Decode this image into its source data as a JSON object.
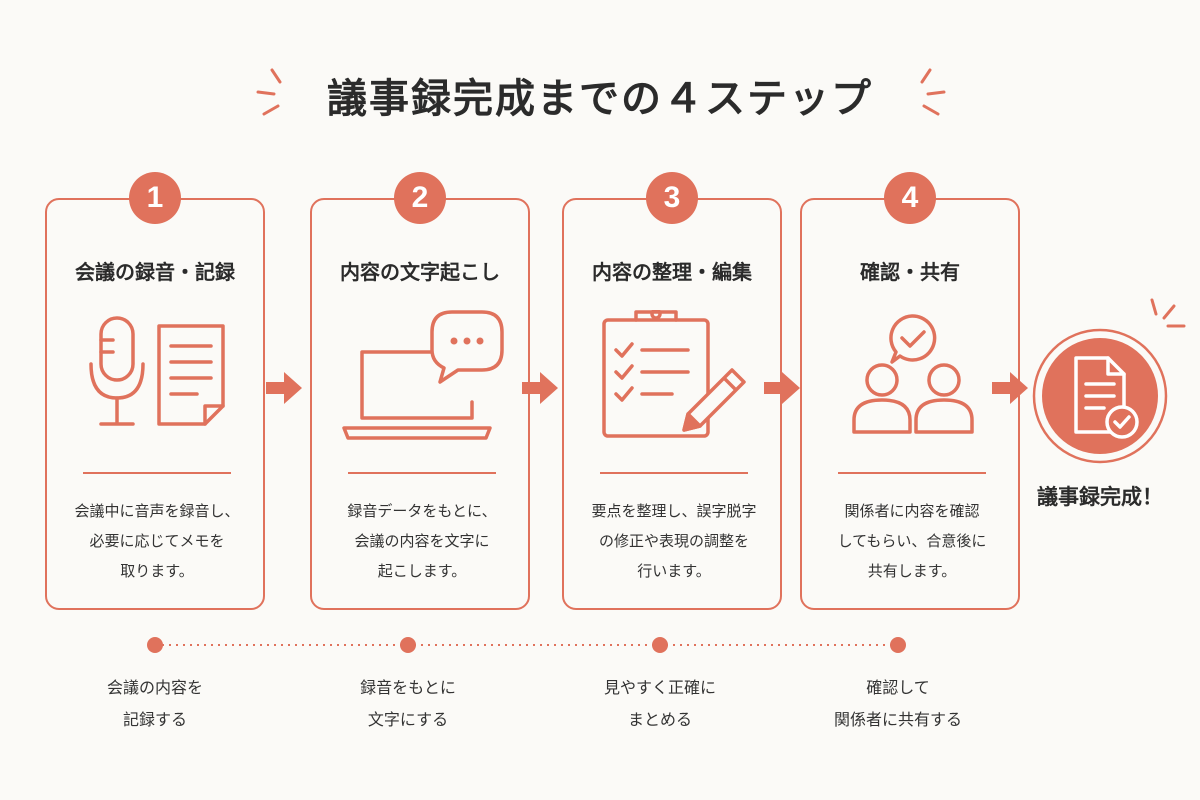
{
  "title": "議事録完成までの４ステップ",
  "accent_color": "#e0725c",
  "steps": [
    {
      "number": "1",
      "title": "会議の録音・記録",
      "icons": [
        "microphone-icon",
        "document-icon"
      ],
      "desc": [
        "会議中に音声を録音し、",
        "必要に応じてメモを",
        "取ります。"
      ],
      "sub": [
        "会議の内容を",
        "記録する"
      ]
    },
    {
      "number": "2",
      "title": "内容の文字起こし",
      "icons": [
        "laptop-icon",
        "speech-bubble-icon"
      ],
      "desc": [
        "録音データをもとに、",
        "会議の内容を文字に",
        "起こします。"
      ],
      "sub": [
        "録音をもとに",
        "文字にする"
      ]
    },
    {
      "number": "3",
      "title": "内容の整理・編集",
      "icons": [
        "clipboard-checklist-icon",
        "pencil-icon"
      ],
      "desc": [
        "要点を整理し、誤字脱字",
        "の修正や表現の調整を",
        "行います。"
      ],
      "sub": [
        "見やすく正確に",
        "まとめる"
      ]
    },
    {
      "number": "4",
      "title": "確認・共有",
      "icons": [
        "people-icon",
        "check-bubble-icon"
      ],
      "desc": [
        "関係者に内容を確認",
        "してもらい、合意後に",
        "共有します。"
      ],
      "sub": [
        "確認して",
        "関係者に共有する"
      ]
    }
  ],
  "goal": {
    "label": "議事録完成！",
    "icon": "document-check-icon"
  }
}
